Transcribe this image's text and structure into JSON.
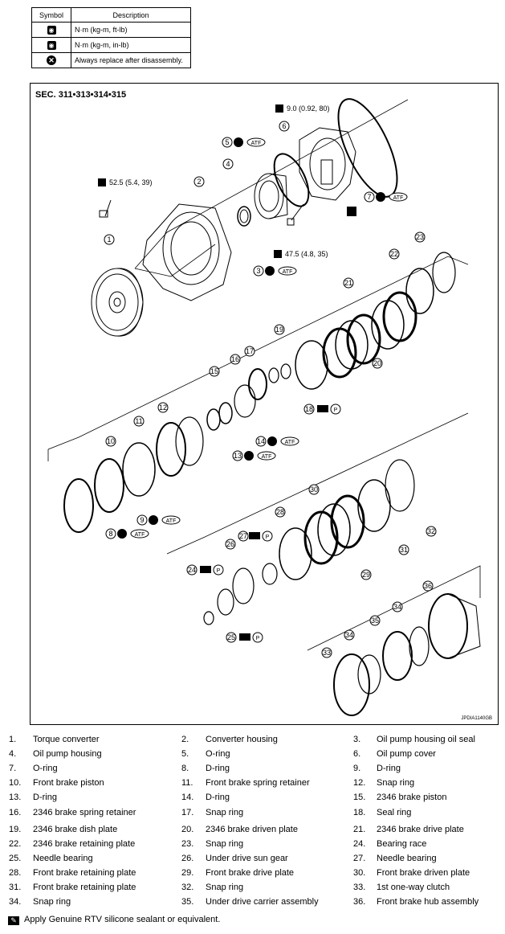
{
  "symbol_table": {
    "headers": {
      "symbol": "Symbol",
      "description": "Description"
    },
    "rows": [
      {
        "icon": "wrench-torque-icon",
        "description": "N·m (kg-m, ft-lb)"
      },
      {
        "icon": "wrench-torque-inlb-icon",
        "description": "N·m (kg-m, in-lb)"
      },
      {
        "icon": "replace-x-icon",
        "description": "Always replace after disassembly."
      }
    ]
  },
  "diagram": {
    "section_title": "SEC. 311•313•314•315",
    "figure_id": "JPDIA1140GB",
    "torques": [
      "9.0 (0.92, 80)",
      "52.5 (5.4, 39)",
      "47.5 (4.8, 35)"
    ],
    "atf_label": "ATF",
    "p_label": "P"
  },
  "legend": [
    [
      "1.",
      "Torque converter"
    ],
    [
      "2.",
      "Converter housing"
    ],
    [
      "3.",
      "Oil pump housing oil seal"
    ],
    [
      "4.",
      "Oil pump housing"
    ],
    [
      "5.",
      "O-ring"
    ],
    [
      "6.",
      "Oil pump cover"
    ],
    [
      "7.",
      "O-ring"
    ],
    [
      "8.",
      "D-ring"
    ],
    [
      "9.",
      "D-ring"
    ],
    [
      "10.",
      "Front brake piston"
    ],
    [
      "11.",
      "Front brake spring retainer"
    ],
    [
      "12.",
      "Snap ring"
    ],
    [
      "13.",
      "D-ring"
    ],
    [
      "14.",
      "D-ring"
    ],
    [
      "15.",
      "2346 brake piston"
    ],
    [
      "16.",
      "2346 brake spring retainer"
    ],
    [
      "17.",
      "Snap ring"
    ],
    [
      "18.",
      "Seal ring"
    ],
    [
      "19.",
      "2346 brake dish plate"
    ],
    [
      "20.",
      "2346 brake driven plate"
    ],
    [
      "21.",
      "2346 brake drive plate"
    ],
    [
      "22.",
      "2346 brake retaining plate"
    ],
    [
      "23.",
      "Snap ring"
    ],
    [
      "24.",
      "Bearing race"
    ],
    [
      "25.",
      "Needle bearing"
    ],
    [
      "26.",
      "Under drive sun gear"
    ],
    [
      "27.",
      "Needle bearing"
    ],
    [
      "28.",
      "Front brake retaining plate"
    ],
    [
      "29.",
      "Front brake drive plate"
    ],
    [
      "30.",
      "Front brake driven plate"
    ],
    [
      "31.",
      "Front brake retaining plate"
    ],
    [
      "32.",
      "Snap ring"
    ],
    [
      "33.",
      "1st one-way clutch"
    ],
    [
      "34.",
      "Snap ring"
    ],
    [
      "35.",
      "Under drive carrier assembly"
    ],
    [
      "36.",
      "Front brake hub assembly"
    ]
  ],
  "footnote": "Apply Genuine RTV silicone sealant or equivalent."
}
